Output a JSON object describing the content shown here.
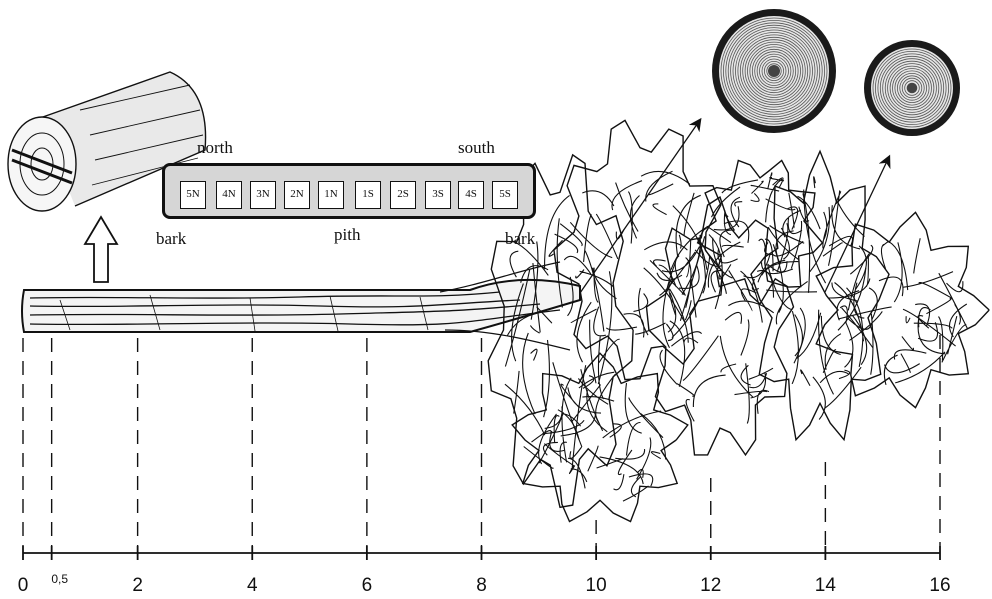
{
  "labels": {
    "north": "north",
    "south": "south",
    "bark_left": "bark",
    "bark_right": "bark",
    "pith": "pith"
  },
  "segments": [
    "5N",
    "4N",
    "3N",
    "2N",
    "1N",
    "1S",
    "2S",
    "3S",
    "4S",
    "5S"
  ],
  "axis": {
    "ticks": [
      {
        "value": 0,
        "label": "0"
      },
      {
        "value": 0.5,
        "label": "0,5"
      },
      {
        "value": 2,
        "label": "2"
      },
      {
        "value": 4,
        "label": "4"
      },
      {
        "value": 6,
        "label": "6"
      },
      {
        "value": 8,
        "label": "8"
      },
      {
        "value": 10,
        "label": "10"
      },
      {
        "value": 12,
        "label": "12"
      },
      {
        "value": 14,
        "label": "14"
      },
      {
        "value": 16,
        "label": "16"
      }
    ]
  }
}
